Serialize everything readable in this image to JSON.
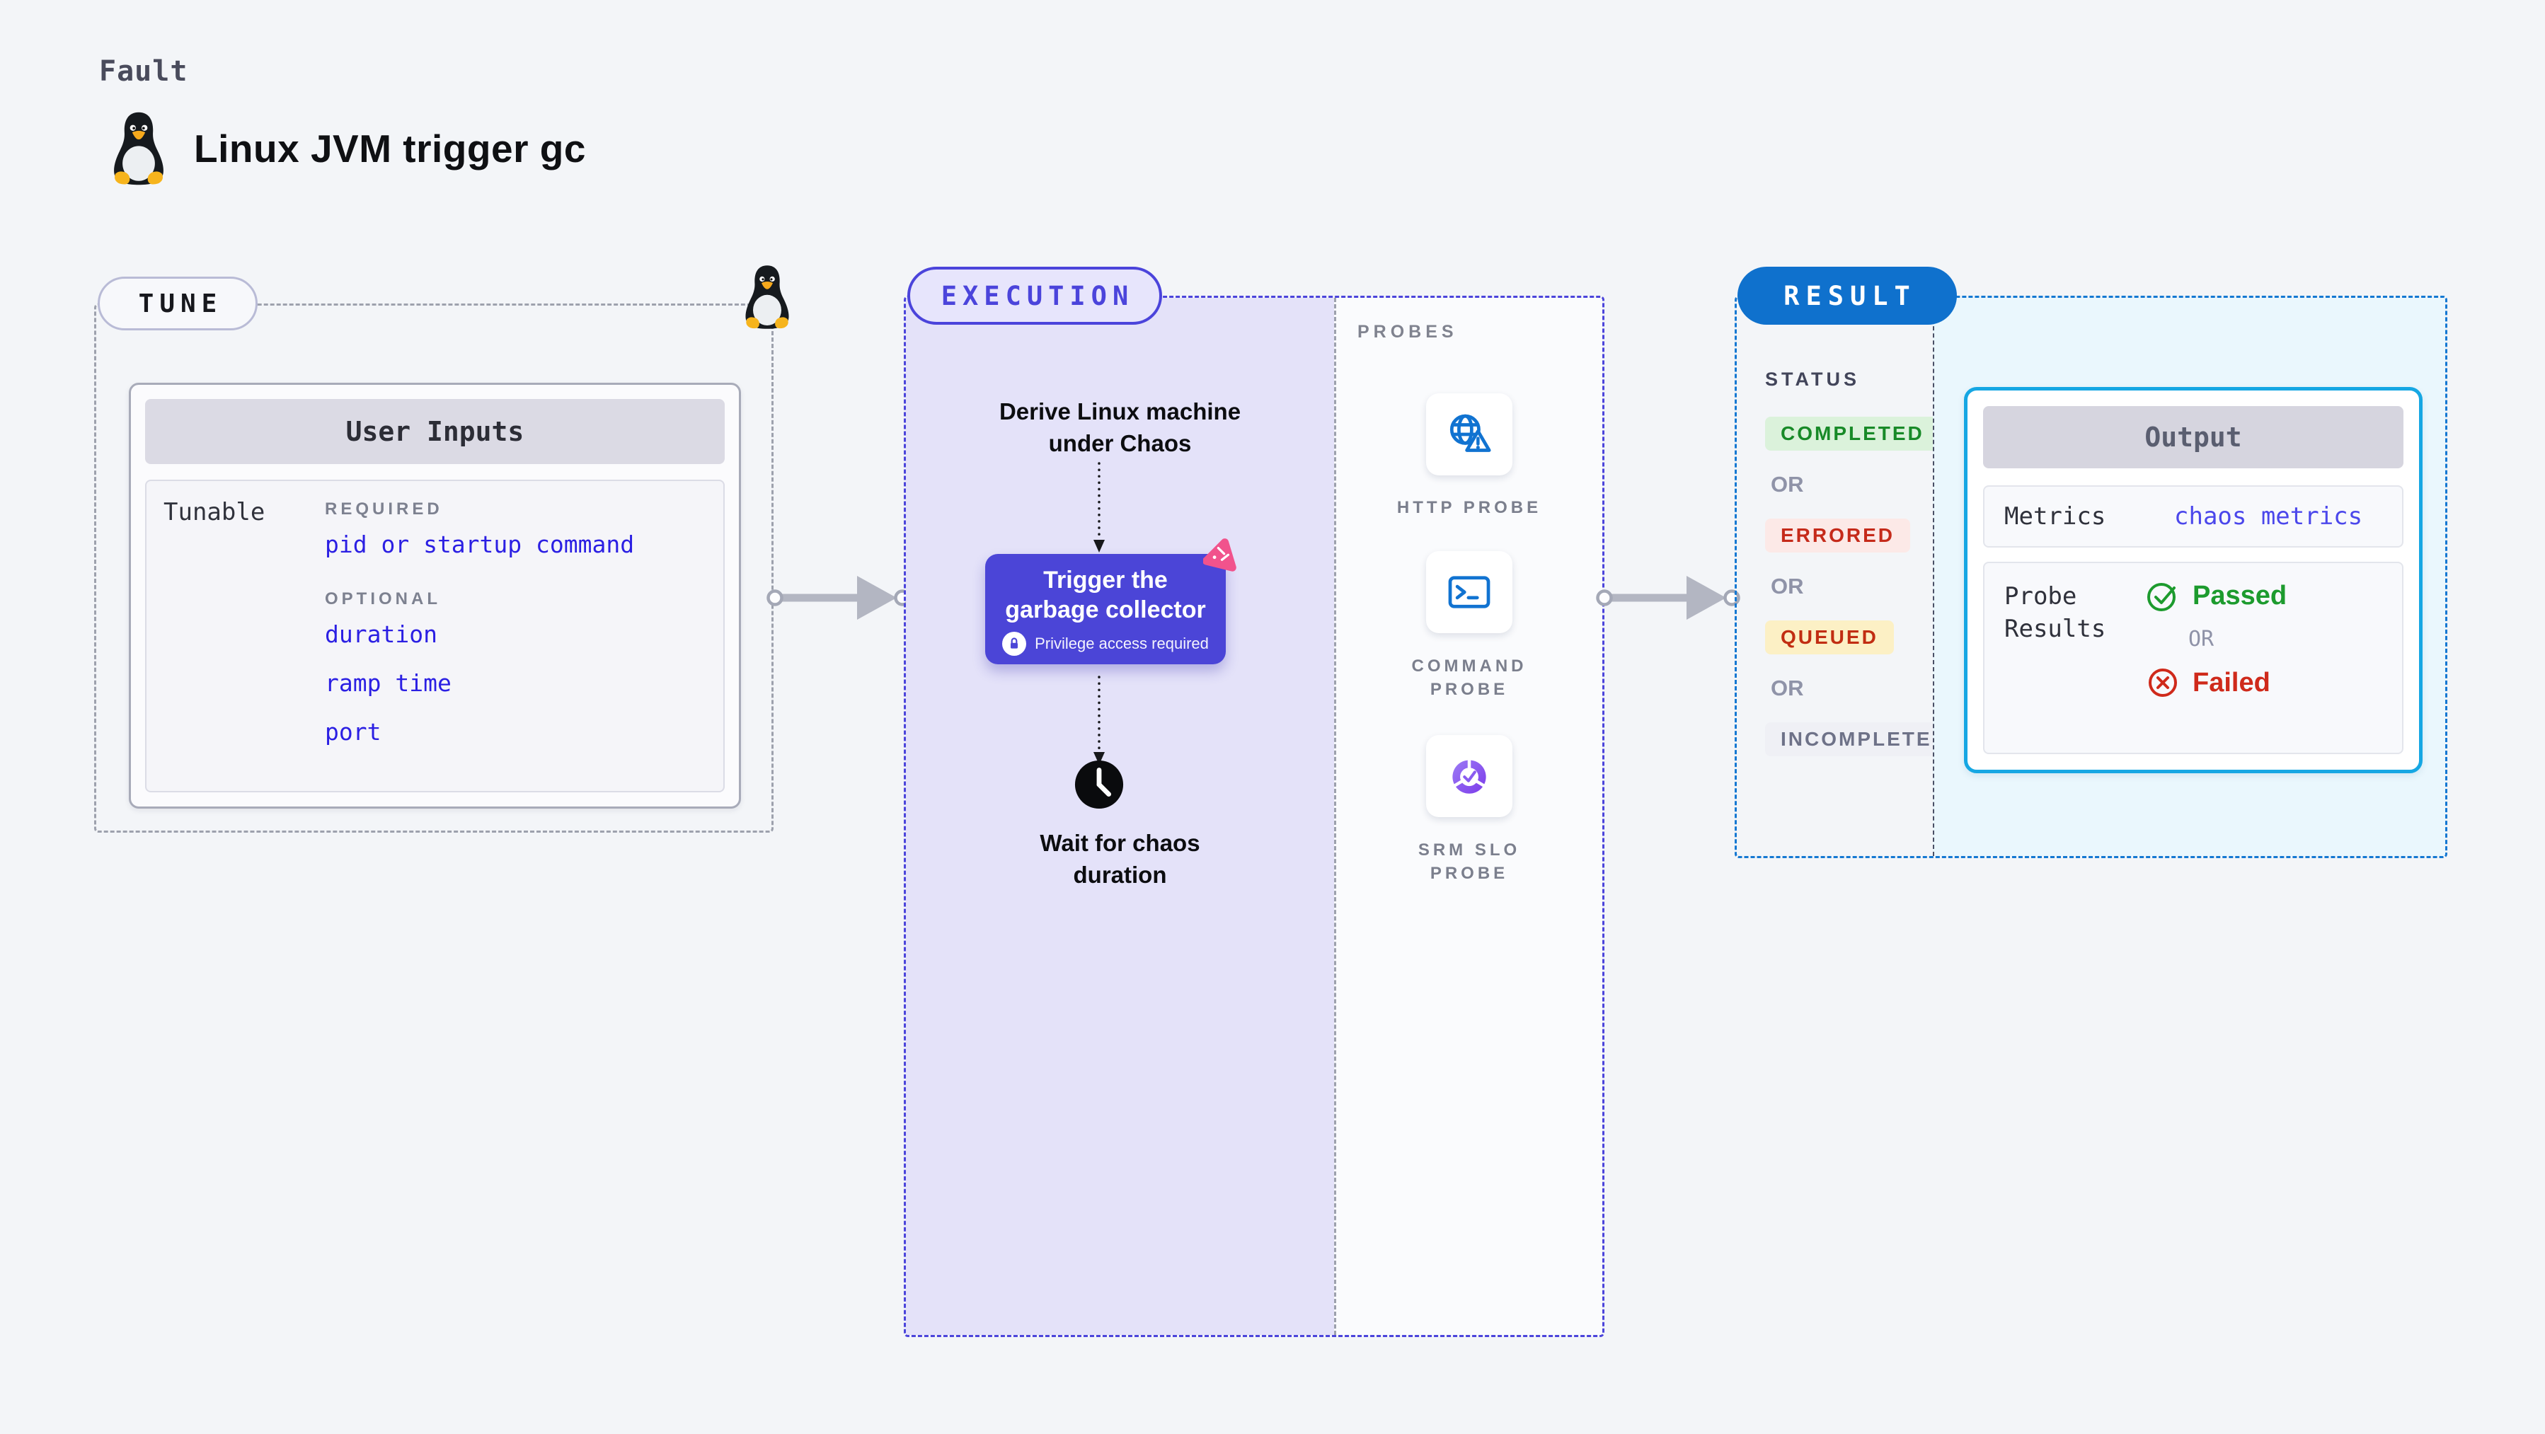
{
  "header": {
    "category": "Fault",
    "title": "Linux JVM trigger gc",
    "title_icon": "linux-tux-icon"
  },
  "tune": {
    "pill_label": "TUNE",
    "corner_icon": "linux-tux-icon",
    "user_inputs": {
      "header": "User Inputs",
      "row_label": "Tunable",
      "required_label": "REQUIRED",
      "required_item": "pid or startup command",
      "optional_label": "OPTIONAL",
      "optional_items": [
        "duration",
        "ramp time",
        "port"
      ]
    }
  },
  "execution": {
    "pill_label": "EXECUTION",
    "step1_line1": "Derive Linux machine",
    "step1_line2": "under Chaos",
    "action": {
      "line1": "Trigger the",
      "line2": "garbage collector",
      "note": "Privilege access required",
      "lock_icon": "lock-icon",
      "corner_icon": "chaos-litmus-icon"
    },
    "wait_icon": "clock-icon",
    "step2_line1": "Wait for chaos",
    "step2_line2": "duration",
    "probes": {
      "section_label": "PROBES",
      "items": [
        {
          "icon": "globe-alert-icon",
          "line1": "HTTP PROBE",
          "line2": ""
        },
        {
          "icon": "terminal-icon",
          "line1": "COMMAND",
          "line2": "PROBE"
        },
        {
          "icon": "slo-gauge-icon",
          "line1": "SRM SLO",
          "line2": "PROBE"
        }
      ]
    }
  },
  "result": {
    "pill_label": "RESULT",
    "status": {
      "label": "STATUS",
      "separator": "OR",
      "badges": [
        {
          "text": "COMPLETED",
          "fg": "#188A28",
          "bg": "#DBF2DB"
        },
        {
          "text": "ERRORED",
          "fg": "#C52A1A",
          "bg": "#FCE9E7"
        },
        {
          "text": "QUEUED",
          "fg": "#C12D12",
          "bg": "#FCF0C5"
        },
        {
          "text": "INCOMPLETED",
          "fg": "#6E7288",
          "bg": "#EFF0F5"
        }
      ]
    },
    "output": {
      "header": "Output",
      "metrics_label": "Metrics",
      "metrics_value": "chaos metrics",
      "probe_results_line1": "Probe",
      "probe_results_line2": "Results",
      "passed": "Passed",
      "or": "OR",
      "failed": "Failed",
      "passed_icon": "check-circle-icon",
      "failed_icon": "x-circle-icon"
    }
  },
  "colors": {
    "page_bg": "#F3F5F8",
    "indigo_accent": "#4B44DB",
    "execution_bg": "#E4E2F9",
    "result_pill_blue": "#0F71CD",
    "result_dash_blue": "#1478D2",
    "output_border_cyan": "#16A7E3",
    "output_panel_bg": "#EAF7FD",
    "link_blue": "#2B1FE3",
    "metrics_value_blue": "#4B47EB",
    "passed_green": "#1D9B2E",
    "failed_red": "#CF2A1B",
    "probe_icon_blue": "#1173D1",
    "chaos_pink": "#F1538C"
  }
}
